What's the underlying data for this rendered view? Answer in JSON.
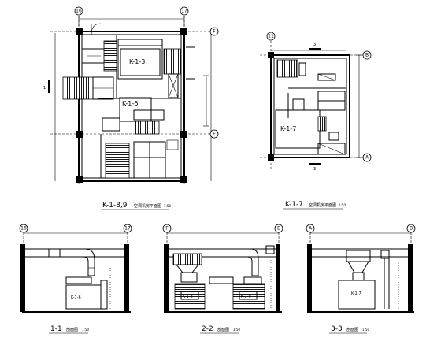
{
  "plans": {
    "plan_a": {
      "title": "K-1-8,9",
      "subtitle": "空调机房平面图",
      "scale": "1:50",
      "unit_upper": "K-1-3",
      "unit_lower": "K-1-6",
      "grid_left": "16",
      "grid_right": "17",
      "grid_top": "F",
      "grid_bottom": "E"
    },
    "plan_b": {
      "title": "K-1-7",
      "subtitle": "空调机房平面图",
      "scale": "1:50",
      "unit": "K-1-7",
      "grid_left": "11",
      "grid_top": "B",
      "grid_bottom": "A"
    }
  },
  "sections": {
    "s1": {
      "title": "1-1",
      "subtitle": "剖面图",
      "scale": "1:50",
      "unit": "K-1-6",
      "grid_left": "16",
      "grid_right": "17"
    },
    "s2": {
      "title": "2-2",
      "subtitle": "剖面图",
      "scale": "1:50",
      "unit_left": "K-1-8",
      "unit_right": "K-1-9",
      "grid_left": "F",
      "grid_right": "E"
    },
    "s3": {
      "title": "3-3",
      "subtitle": "剖面图",
      "scale": "1:50",
      "unit": "K-1-7",
      "grid_left": "A",
      "grid_right": "B"
    }
  },
  "section_marks": {
    "one": "1",
    "three": "3"
  }
}
